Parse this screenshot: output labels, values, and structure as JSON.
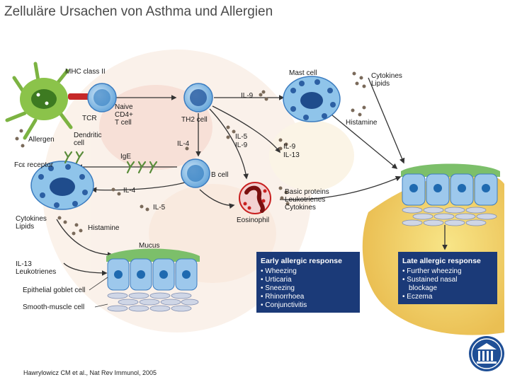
{
  "slide": {
    "title": "Zelluläre Ursachen von Asthma und Allergien",
    "citation": "Hawrylowicz CM et al., Nat Rev Immunol, 2005"
  },
  "labels": {
    "mhc_class_ii": "MHC class II",
    "tcr": "TCR",
    "allergen": "Allergen",
    "dendritic_cell": [
      "Dendritic",
      "cell"
    ],
    "naive_cd4_t_cell": [
      "Naive",
      "CD4+",
      "T cell"
    ],
    "th2_cell": "TH2 cell",
    "il4_th2": "IL-4",
    "il9_mast": "IL-9",
    "mast_cell": "Mast cell",
    "cytokines_lipids_mast": [
      "Cytokines",
      "Lipids"
    ],
    "histamine_mast": "Histamine",
    "il5_il9": [
      "IL-5",
      "IL-9"
    ],
    "il9_il13": [
      "IL-9",
      "IL-13"
    ],
    "ige": "IgE",
    "fc_receptor": "Fcε receptor",
    "b_cell": "B cell",
    "il4_bcell": "IL-4",
    "il5_eos": "IL-5",
    "basic_proteins": [
      "Basic proteins",
      "Leukotrienes",
      "Cytokines"
    ],
    "eosinophil": "Eosinophil",
    "cytokines_lipids_left": [
      "Cytokines",
      "Lipids"
    ],
    "histamine_left": "Histamine",
    "mucus": "Mucus",
    "il13_leukotrienes": [
      "IL-13",
      "Leukotrienes"
    ],
    "epithelial_goblet_cell": "Epithelial goblet cell",
    "smooth_muscle_cell": "Smooth-muscle cell"
  },
  "early_response": {
    "title": "Early allergic response",
    "items": [
      "Wheezing",
      "Urticaria",
      "Sneezing",
      "Rhinorrhoea",
      "Conjunctivitis"
    ]
  },
  "late_response": {
    "title": "Late allergic response",
    "items": [
      "Further wheezing",
      "Sustained nasal",
      "blockage",
      "Eczema"
    ]
  },
  "colors": {
    "box_fill": "#1b3a78",
    "cell_blue": "#8fc4ea",
    "cell_core": "#3f86c6",
    "nucleus": "#1f4c8c",
    "goblet_green": "#7cbf6a",
    "smooth_muscle": "#cfd6e6",
    "eosinophil_red": "#c82020",
    "logo_blue": "#1f4f96"
  }
}
